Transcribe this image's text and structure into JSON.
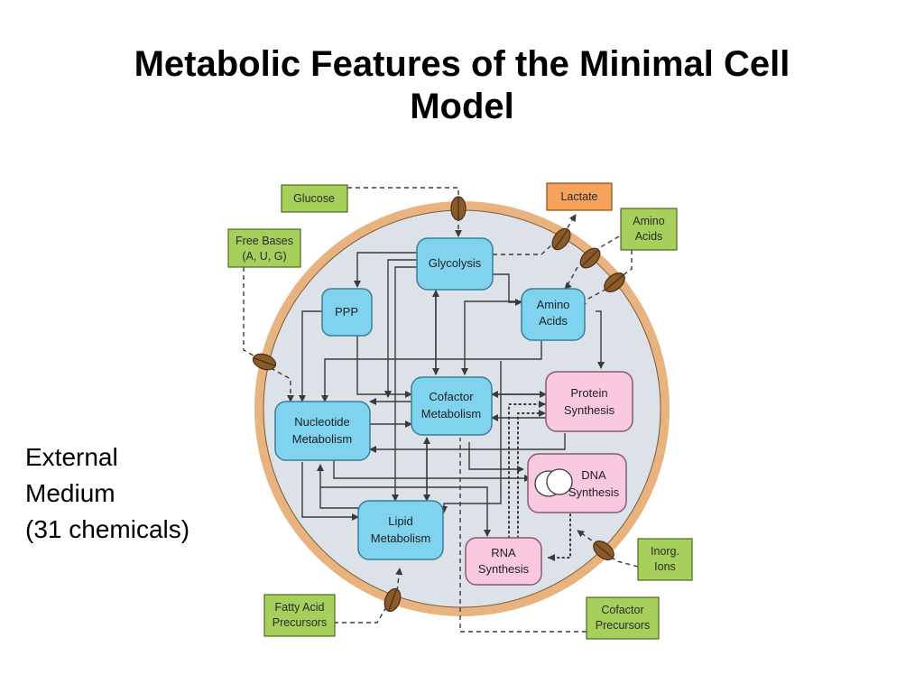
{
  "slide": {
    "title": "Metabolic Features of the Minimal Cell Model",
    "side_label_lines": [
      "External",
      "Medium",
      "(31 chemicals)"
    ]
  },
  "colors": {
    "internal_node": "#7fd3ee",
    "protein_node": "#f9c9e0",
    "external_input": "#a6cf5b",
    "external_output": "#f4a25c",
    "membrane": "#e8b37e",
    "cytoplasm": "#dde2e8",
    "transporter": "#8b5a2b"
  },
  "diagram": {
    "nodes": {
      "glycolysis": [
        "Glycolysis"
      ],
      "ppp": [
        "PPP"
      ],
      "amino_acids": [
        "Amino",
        "Acids"
      ],
      "cofactor_metabolism": [
        "Cofactor",
        "Metabolism"
      ],
      "nucleotide_metabolism": [
        "Nucleotide",
        "Metabolism"
      ],
      "lipid_metabolism": [
        "Lipid",
        "Metabolism"
      ],
      "protein_synthesis": [
        "Protein",
        "Synthesis"
      ],
      "dna_synthesis": [
        "DNA",
        "Synthesis"
      ],
      "rna_synthesis": [
        "RNA",
        "Synthesis"
      ]
    },
    "external": {
      "glucose": [
        "Glucose"
      ],
      "lactate": [
        "Lactate"
      ],
      "amino_acids": [
        "Amino",
        "Acids"
      ],
      "free_bases": [
        "Free Bases",
        "(A, U, G)"
      ],
      "inorg_ions": [
        "Inorg.",
        "Ions"
      ],
      "fatty_acid_precursors": [
        "Fatty Acid",
        "Precursors"
      ],
      "cofactor_precursors": [
        "Cofactor",
        "Precursors"
      ]
    }
  }
}
